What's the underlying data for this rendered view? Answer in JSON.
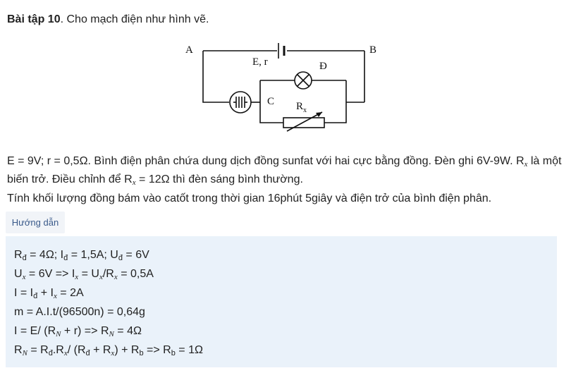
{
  "problem": {
    "title_bold": "Bài tập 10",
    "title_rest": ". Cho mạch điện như hình vẽ.",
    "para1_a": "E = 9V; r = 0,5Ω. Bình điện phân chứa dung dịch đồng sunfat với hai cực bằng đồng. Đèn ghi 6V-9W. R",
    "para1_sub": "x",
    "para1_b": " là một",
    "para2_a": "biến trở. Điều chỉnh để R",
    "para2_sub": "x",
    "para2_b": " = 12Ω thì đèn sáng bình thường.",
    "para3": "Tính khối lượng đồng bám vào catốt trong thời gian 16phút 5giây và điện trở của bình điện phân."
  },
  "circuit": {
    "label_a": "A",
    "label_b": "B",
    "label_source": "E, r",
    "label_lamp": "Đ",
    "label_c": "C",
    "label_rx": "R",
    "label_rx_sub": "x"
  },
  "guide_button": "Hướng dẫn",
  "answer": {
    "l1": [
      "R",
      "đ",
      " = 4Ω; I",
      "đ",
      " = 1,5A; U",
      "đ",
      " = 6V"
    ],
    "l2": [
      "U",
      "x",
      " = 6V => I",
      "x",
      " = U",
      "x",
      "/R",
      "x",
      " = 0,5A"
    ],
    "l3": [
      "I = I",
      "đ",
      " + I",
      "x",
      " = 2A"
    ],
    "l4": "m = A.I.t/(96500n) = 0,64g",
    "l5": [
      "I = E/ (R",
      "N",
      " + r) => R",
      "N",
      " = 4Ω"
    ],
    "l6": [
      "R",
      "N",
      " = R",
      "đ",
      ".R",
      "x",
      "/ (R",
      "đ",
      " + R",
      "x",
      ") + R",
      "b",
      " => R",
      "b",
      " = 1Ω"
    ]
  }
}
